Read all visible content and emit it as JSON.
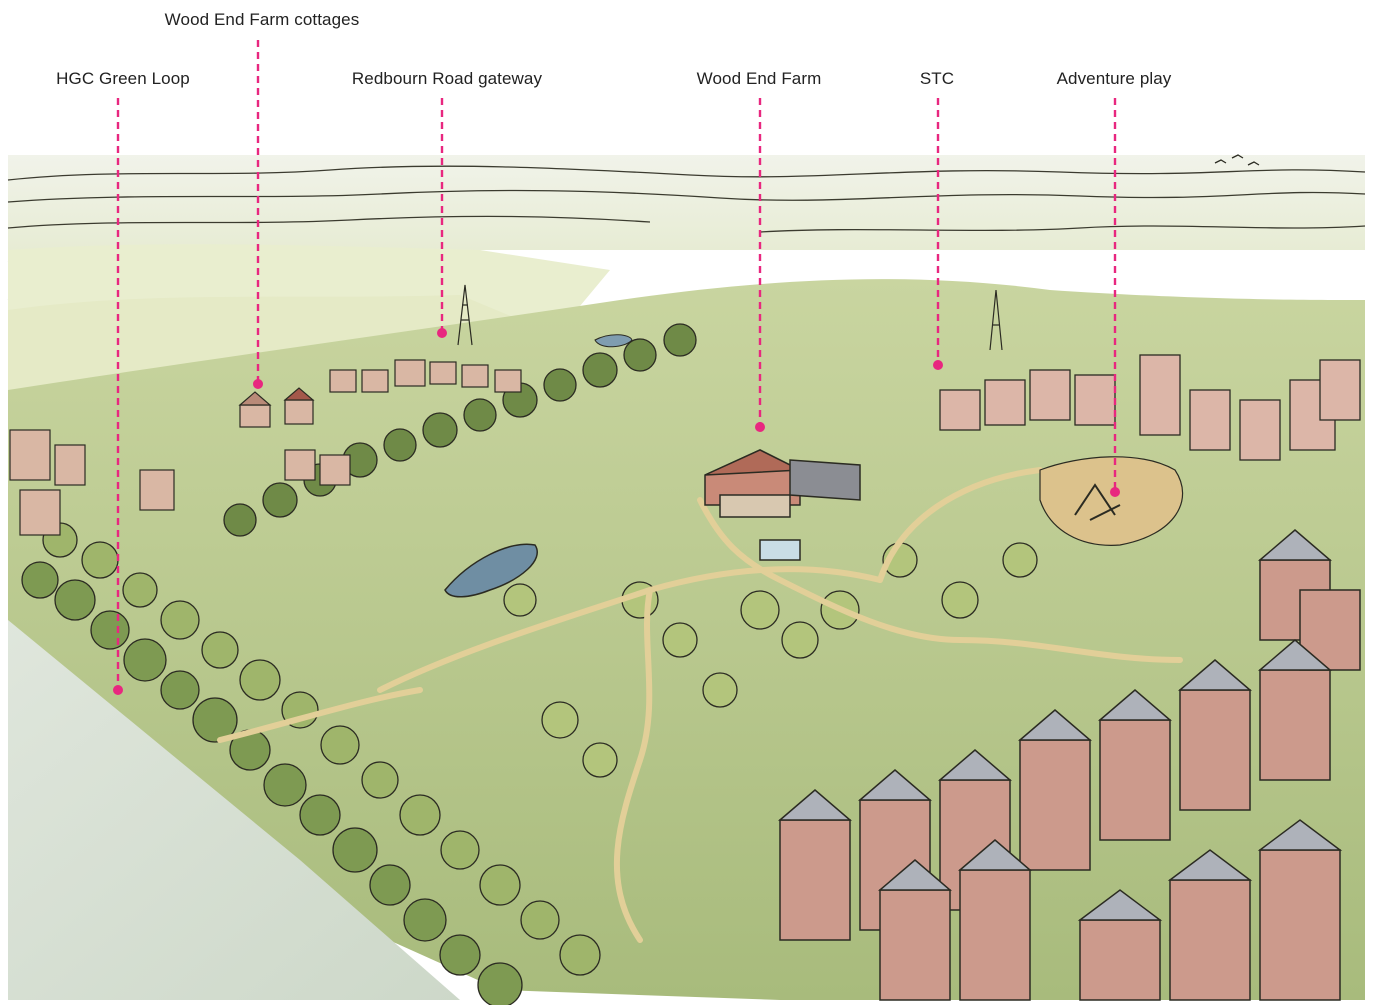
{
  "labels": {
    "wood_end_farm_cottages": "Wood End Farm cottages",
    "hgc_green_loop": "HGC Green Loop",
    "redbourn_road_gateway": "Redbourn Road gateway",
    "wood_end_farm": "Wood End Farm",
    "stc": "STC",
    "adventure_play": "Adventure play"
  },
  "colors": {
    "leader_line": "#e8277f",
    "label_text": "#222222",
    "sky": "#eef1e6",
    "far_fields": "#e6ebcf",
    "parkland": "#b9c88f",
    "tree_dark": "#6f8a47",
    "tree_light": "#a9bd6f",
    "path": "#e3d3a4",
    "brick": "#c9a393",
    "roof": "#b5b8c0",
    "pond": "#6f8ea3"
  }
}
